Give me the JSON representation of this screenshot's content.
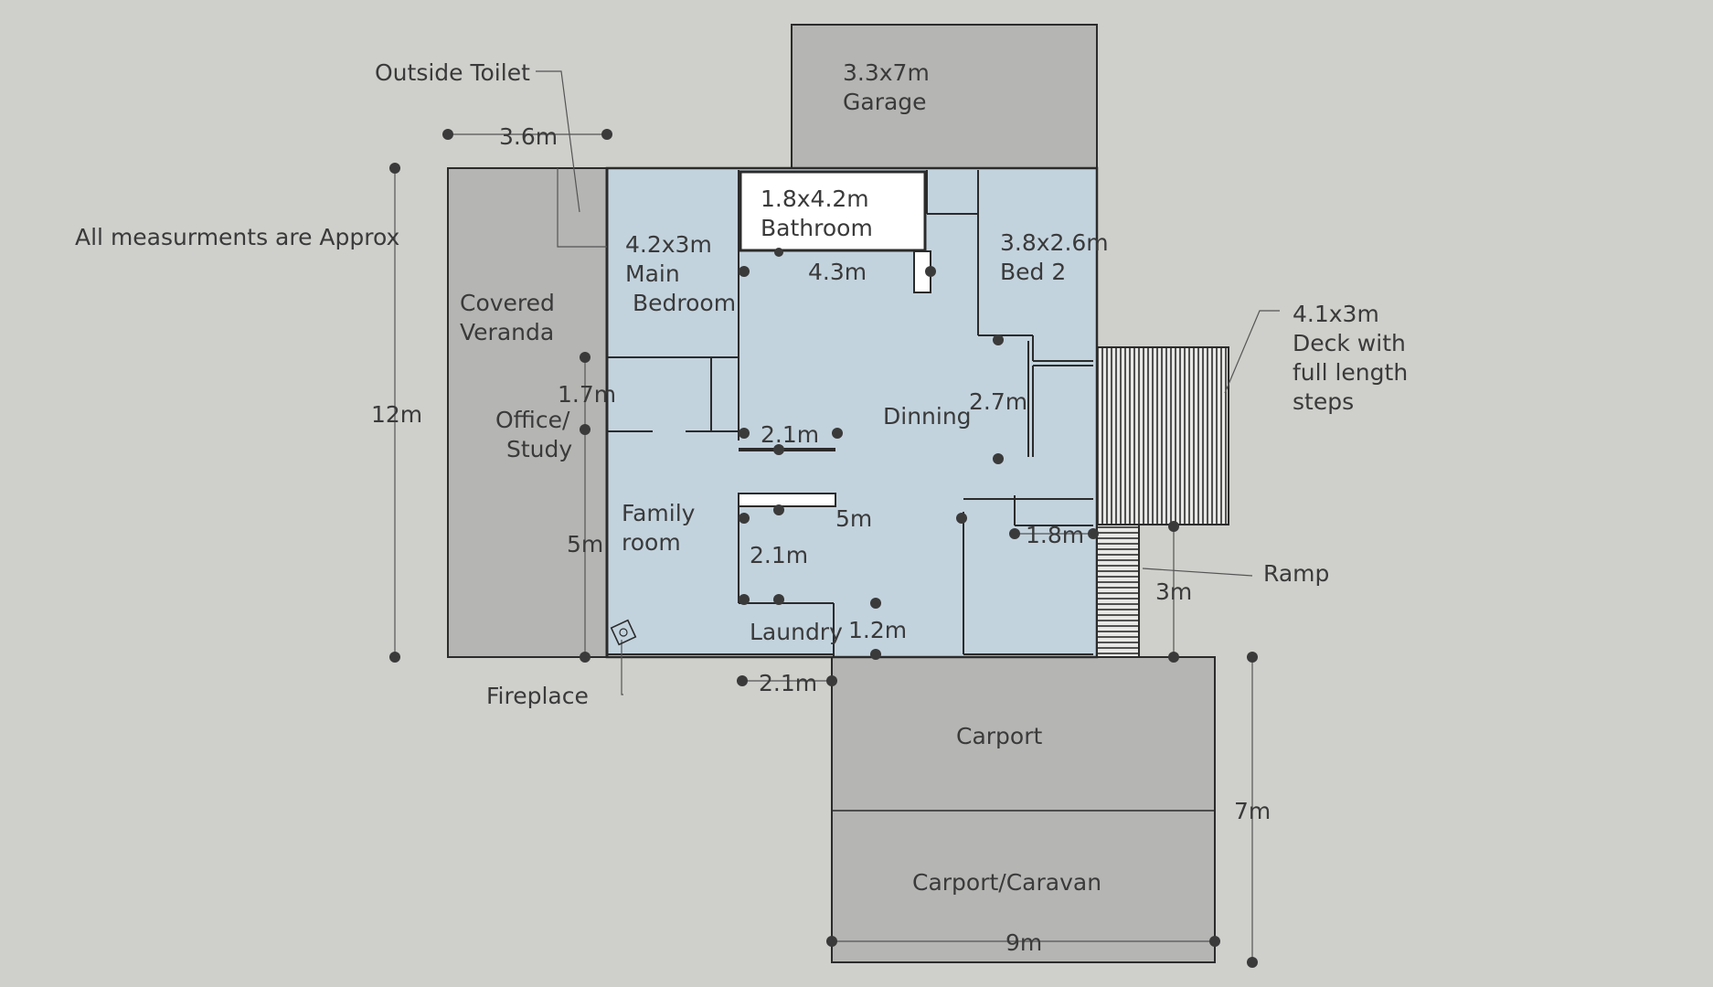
{
  "note": "All measurments are Approx",
  "labels": {
    "outside_toilet": "Outside Toilet",
    "garage_size": "3.3x7m",
    "garage": "Garage",
    "bathroom_size": "1.8x4.2m",
    "bathroom": "Bathroom",
    "main_bed_size": "4.2x3m",
    "main_bed_1": "Main",
    "main_bed_2": "Bedroom",
    "bed2_size": "3.8x2.6m",
    "bed2": "Bed 2",
    "veranda_1": "Covered",
    "veranda_2": "Veranda",
    "office_1": "Office/",
    "office_2": "Study",
    "family_1": "Family",
    "family_2": "room",
    "dinning": "Dinning",
    "laundry": "Laundry",
    "deck_1": "4.1x3m",
    "deck_2": "Deck with",
    "deck_3": "full length",
    "deck_4": "steps",
    "ramp": "Ramp",
    "fireplace": "Fireplace",
    "carport": "Carport",
    "carport_caravan": "Carport/Caravan"
  },
  "dims": {
    "d_3_6": "3.6m",
    "d_12": "12m",
    "d_4_3": "4.3m",
    "d_1_7": "1.7m",
    "d_2_1_a": "2.1m",
    "d_2_7": "2.7m",
    "d_5_a": "5m",
    "d_5_b": "5m",
    "d_2_1_b": "2.1m",
    "d_1_8": "1.8m",
    "d_3": "3m",
    "d_1_2": "1.2m",
    "d_2_1_c": "2.1m",
    "d_7": "7m",
    "d_9": "9m"
  },
  "colors": {
    "background": "#cfcfcb",
    "concrete": "#b5b5b3",
    "room": "#c3d3de",
    "wall": "#2b2b2b",
    "text": "#3a3a3a"
  }
}
